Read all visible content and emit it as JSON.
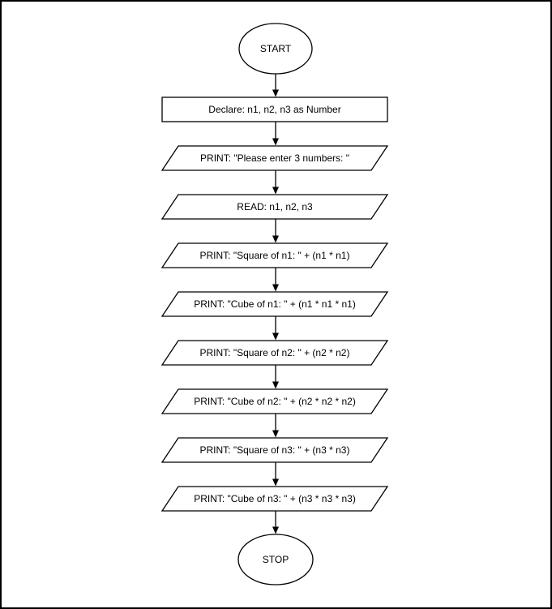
{
  "diagram": {
    "type": "flowchart",
    "background": "#ffffff",
    "stroke_color": "#000000",
    "shape_fill": "#ffffff",
    "text_color": "#000000",
    "nodes": [
      {
        "id": "start",
        "shape": "terminator-ellipse",
        "label": "START"
      },
      {
        "id": "declare",
        "shape": "process-rectangle",
        "label": "Declare: n1, n2, n3 as Number"
      },
      {
        "id": "print-prompt",
        "shape": "io-parallelogram",
        "label": "PRINT: \"Please enter 3 numbers: \""
      },
      {
        "id": "read-inputs",
        "shape": "io-parallelogram",
        "label": "READ: n1, n2, n3"
      },
      {
        "id": "print-square-n1",
        "shape": "io-parallelogram",
        "label": "PRINT: \"Square of n1: \" + (n1 * n1)"
      },
      {
        "id": "print-cube-n1",
        "shape": "io-parallelogram",
        "label": "PRINT: \"Cube of n1: \" + (n1 * n1 * n1)"
      },
      {
        "id": "print-square-n2",
        "shape": "io-parallelogram",
        "label": "PRINT: \"Square of n2: \" + (n2 * n2)"
      },
      {
        "id": "print-cube-n2",
        "shape": "io-parallelogram",
        "label": "PRINT: \"Cube of n2: \" + (n2 * n2 * n2)"
      },
      {
        "id": "print-square-n3",
        "shape": "io-parallelogram",
        "label": "PRINT: \"Square of n3: \" + (n3 * n3)"
      },
      {
        "id": "print-cube-n3",
        "shape": "io-parallelogram",
        "label": "PRINT: \"Cube of n3: \" + (n3 * n3 * n3)"
      },
      {
        "id": "stop",
        "shape": "terminator-ellipse",
        "label": "STOP"
      }
    ],
    "edges": [
      {
        "from": "start",
        "to": "declare"
      },
      {
        "from": "declare",
        "to": "print-prompt"
      },
      {
        "from": "print-prompt",
        "to": "read-inputs"
      },
      {
        "from": "read-inputs",
        "to": "print-square-n1"
      },
      {
        "from": "print-square-n1",
        "to": "print-cube-n1"
      },
      {
        "from": "print-cube-n1",
        "to": "print-square-n2"
      },
      {
        "from": "print-square-n2",
        "to": "print-cube-n2"
      },
      {
        "from": "print-cube-n2",
        "to": "print-square-n3"
      },
      {
        "from": "print-square-n3",
        "to": "print-cube-n3"
      },
      {
        "from": "print-cube-n3",
        "to": "stop"
      }
    ]
  }
}
